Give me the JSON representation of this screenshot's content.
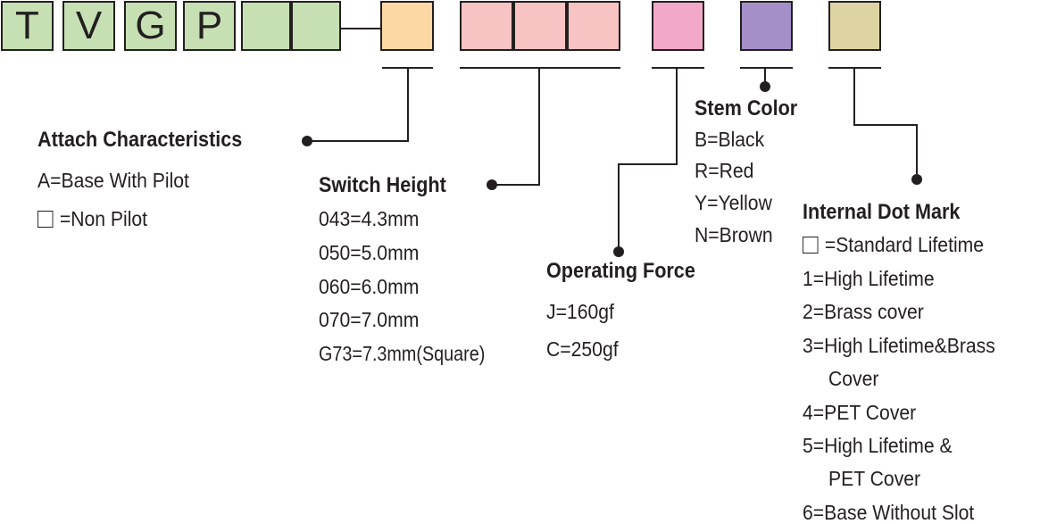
{
  "code": {
    "letters": [
      "T",
      "V",
      "G",
      "P"
    ],
    "colors": {
      "prefix": "#c6e0b4",
      "attach": "#fcd9a4",
      "height": "#f8c3c3",
      "force": "#f2a8c9",
      "stem": "#a58fc9",
      "dot": "#ddd3a3"
    }
  },
  "attach": {
    "title": "Attach Characteristics",
    "items": [
      "A=Base With Pilot",
      "=Non Pilot"
    ]
  },
  "height": {
    "title": "Switch Height",
    "items": [
      "043=4.3mm",
      "050=5.0mm",
      "060=6.0mm",
      "070=7.0mm",
      "G73=7.3mm(Square)"
    ]
  },
  "force": {
    "title": "Operating Force",
    "items": [
      "J=160gf",
      "C=250gf"
    ]
  },
  "stem": {
    "title": "Stem Color",
    "items": [
      "B=Black",
      "R=Red",
      "Y=Yellow",
      "N=Brown"
    ]
  },
  "dot": {
    "title": "Internal Dot Mark",
    "items": [
      "=Standard Lifetime",
      "1=High Lifetime",
      "2=Brass cover",
      "3=High Lifetime&Brass",
      "Cover",
      "4=PET Cover",
      "5=High Lifetime &",
      "PET Cover",
      "6=Base Without Slot"
    ]
  }
}
